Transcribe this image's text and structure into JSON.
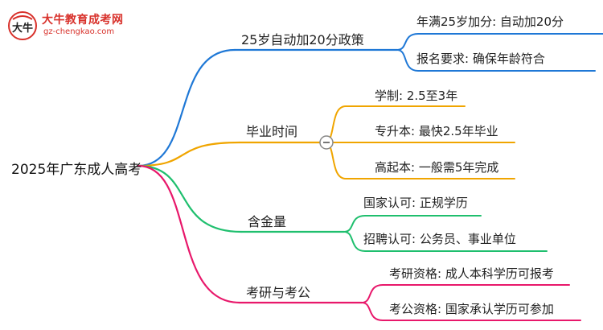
{
  "logo": {
    "name": "大牛教育成考网",
    "url": "gz-chengkao.com",
    "mark_text": "大牛",
    "color": "#d8312b"
  },
  "root": {
    "label": "2025年广东成人高考"
  },
  "branches": [
    {
      "label": "25岁自动加20分政策",
      "color": "#1f78d6",
      "leaves": [
        "年满25岁加分: 自动加20分",
        "报名要求: 确保年龄符合"
      ]
    },
    {
      "label": "毕业时间",
      "color": "#f0a500",
      "collapse_icon": "minus-circle-icon",
      "leaves": [
        "学制: 2.5至3年",
        "专升本: 最快2.5年毕业",
        "高起本: 一般需5年完成"
      ]
    },
    {
      "label": "含金量",
      "color": "#1fbf6e",
      "leaves": [
        "国家认可: 正规学历",
        "招聘认可: 公务员、事业单位"
      ]
    },
    {
      "label": "考研与考公",
      "color": "#e8186b",
      "leaves": [
        "考研资格: 成人本科学历可报考",
        "考公资格: 国家承认学历可参加"
      ]
    }
  ]
}
